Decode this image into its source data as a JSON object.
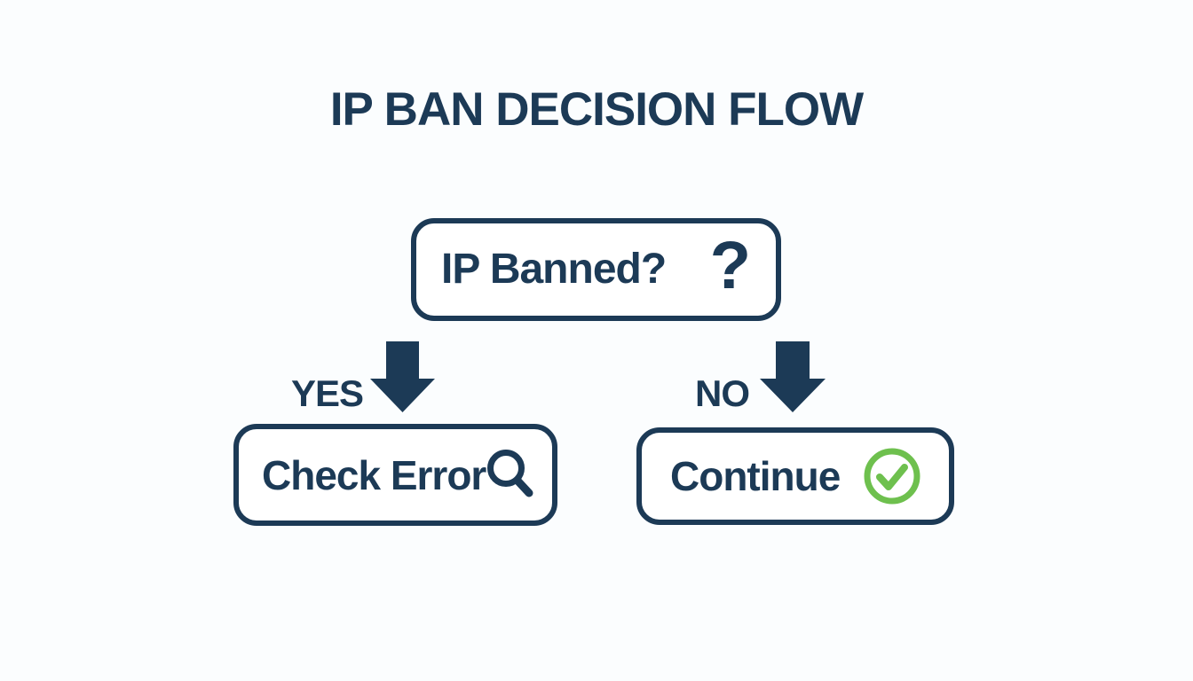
{
  "colors": {
    "navy": "#1c3a56",
    "green": "#6ec04e",
    "background": "#fbfdfe",
    "box_background": "#ffffff"
  },
  "title": "IP BAN DECISION FLOW",
  "flowchart": {
    "decision": {
      "label": "IP Banned?",
      "question_glyph": "?",
      "icon": "question-mark-icon"
    },
    "yes_branch": {
      "label": "YES",
      "arrow": "down-block-arrow-icon",
      "node": {
        "label": "Check Error",
        "icon": "magnifier-icon"
      }
    },
    "no_branch": {
      "label": "NO",
      "arrow": "down-block-arrow-icon",
      "node": {
        "label": "Continue",
        "icon": "check-circle-icon"
      }
    }
  }
}
